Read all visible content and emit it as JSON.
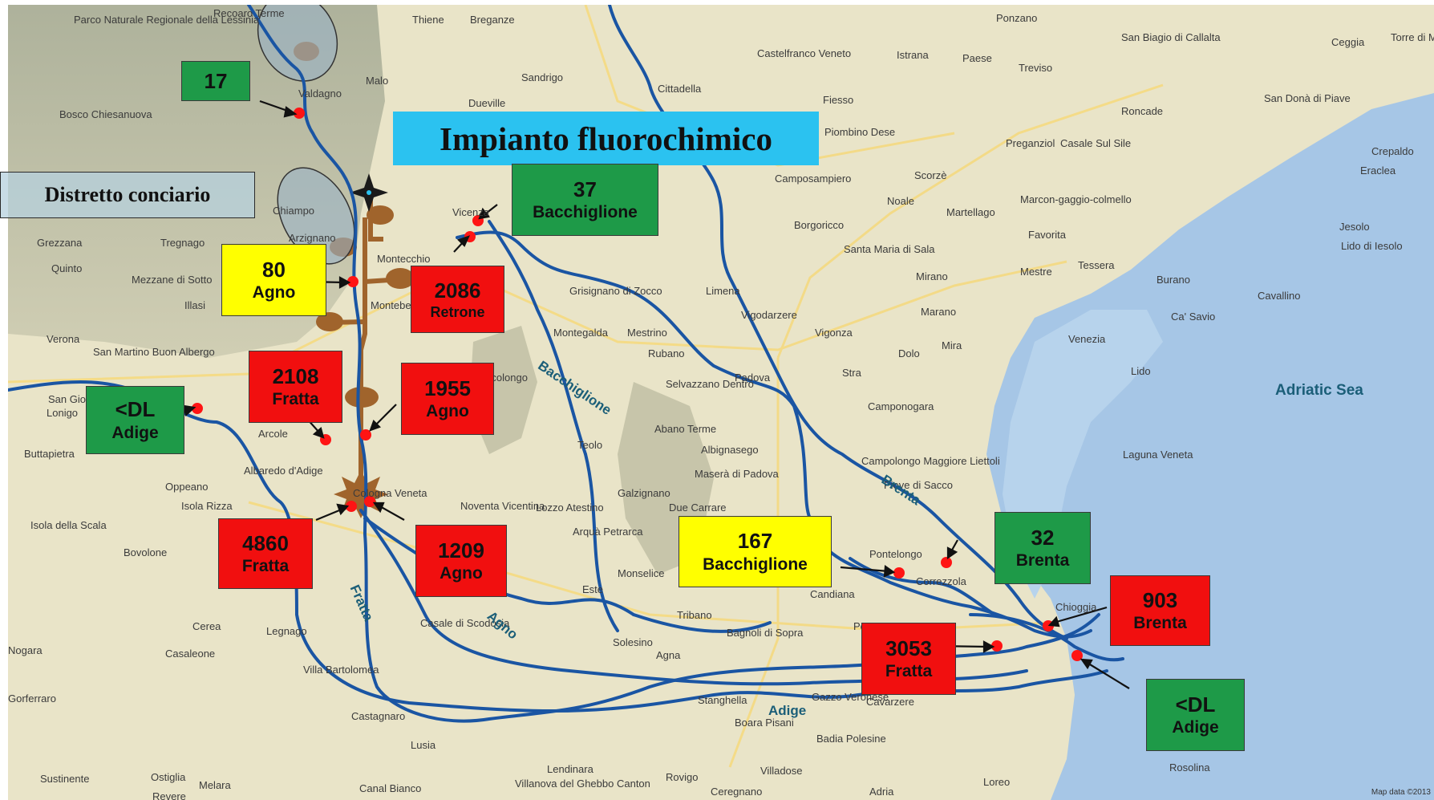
{
  "title": "Impianto fluorochimico",
  "district_label": "Distretto conciario",
  "sea_label": "Adriatic Sea",
  "attribution": "Map data ©2013",
  "colors": {
    "green": "#1e9a48",
    "red": "#f10f0f",
    "yellow": "#ffff00",
    "river": "#1a55a3",
    "pipeline": "#a0642c",
    "title_bg": "#2bc2f0",
    "sea": "#a6c6e6",
    "land": "#e9e4c8"
  },
  "river_labels": {
    "bacchiglione": "Bacchiglione",
    "brenta": "Brenta",
    "fratta": "Fratta",
    "agno": "Agno",
    "adige": "Adige"
  },
  "measurements": [
    {
      "value": "17",
      "river": "",
      "level": "green"
    },
    {
      "value": "37",
      "river": "Bacchiglione",
      "level": "green"
    },
    {
      "value": "80",
      "river": "Agno",
      "level": "yellow"
    },
    {
      "value": "2086",
      "river": "Retrone",
      "level": "red"
    },
    {
      "value": "2108",
      "river": "Fratta",
      "level": "red"
    },
    {
      "value": "1955",
      "river": "Agno",
      "level": "red"
    },
    {
      "value": "<DL",
      "river": "Adige",
      "level": "green"
    },
    {
      "value": "4860",
      "river": "Fratta",
      "level": "red"
    },
    {
      "value": "1209",
      "river": "Agno",
      "level": "red"
    },
    {
      "value": "167",
      "river": "Bacchiglione",
      "level": "yellow"
    },
    {
      "value": "32",
      "river": "Brenta",
      "level": "green"
    },
    {
      "value": "903",
      "river": "Brenta",
      "level": "red"
    },
    {
      "value": "3053",
      "river": "Fratta",
      "level": "red"
    },
    {
      "value": "<DL",
      "river": "Adige",
      "level": "green"
    }
  ],
  "places": [
    "Parco Naturale Regionale della Lessinia",
    "Recoaro Terme",
    "Thiene",
    "Breganze",
    "Valdagno",
    "Malo",
    "Sandrigo",
    "Dueville",
    "Cittadella",
    "Castelfranco Veneto",
    "Istrana",
    "Paese",
    "Treviso",
    "Ponzano",
    "San Biagio di Callalta",
    "Ceggia",
    "Torre di Mosto",
    "San Donà di Piave",
    "Roncade",
    "Fiesso",
    "Piombino Dese",
    "Preganziol",
    "Casale Sul Sile",
    "Crepaldo",
    "Eraclea",
    "Bosco Chiesanuova",
    "Vicenza",
    "Camposampiero",
    "Scorzè",
    "Noale",
    "Martellago",
    "Marcon-gaggio-colmello",
    "Jesolo",
    "Lido di Iesolo",
    "Grezzana",
    "Tregnago",
    "Arzignano",
    "Chiampo",
    "Montecchio",
    "Borgoricco",
    "Santa Maria di Sala",
    "Favorita",
    "Mestre",
    "Tessera",
    "Burano",
    "Cavallino",
    "Quinto",
    "Mezzane di Sotto",
    "Illasi",
    "Montebello",
    "Grisignano di Zocco",
    "Limena",
    "Vigodarzere",
    "Mirano",
    "Marano",
    "Ca' Savio",
    "Verona",
    "San Martino Buon Albergo",
    "Lonigo",
    "Montegalda",
    "Mestrino",
    "Rubano",
    "Vigonza",
    "Dolo",
    "Mira",
    "Venezia",
    "Lido",
    "San Giovanni Lupatoto",
    "Padova",
    "Saccolongo",
    "Selvazzano Dentro",
    "Stra",
    "Camponogara",
    "Arcole",
    "Abano Terme",
    "Teolo",
    "Albignasego",
    "Buttapietra",
    "Albaredo d'Adige",
    "Cologna Veneta",
    "Maserà di Padova",
    "Campolongo Maggiore Liettoli",
    "Piove di Sacco",
    "Laguna Veneta",
    "Oppeano",
    "Isola Rizza",
    "Noventa Vicentina",
    "Lozzo Atestino",
    "Galzignano",
    "Due Carrare",
    "Isola della Scala",
    "Bovolone",
    "Arquà Petrarca",
    "Monselice",
    "Este",
    "Pontelongo",
    "Candiana",
    "Correzzola",
    "Chioggia",
    "Cerea",
    "Legnago",
    "Casale di Scodosia",
    "Tribano",
    "Bagnoli di Sopra",
    "Pettorazza",
    "Nogara",
    "Casaleone",
    "Villa Bartolomea",
    "Solesino",
    "Agna",
    "Gazzo Veronese",
    "Stanghella",
    "Cavarzere",
    "Castagnaro",
    "Boara Pisani",
    "Badia Polesine",
    "Lusia",
    "Lendinara",
    "Rovigo",
    "Villadose",
    "Rosolina",
    "Sustinente",
    "Ostiglia",
    "Melara",
    "Revere",
    "Canal Bianco",
    "Villanova del Ghebbo Canton",
    "Ceregnano",
    "Adria",
    "Loreo",
    "Gorferraro"
  ]
}
